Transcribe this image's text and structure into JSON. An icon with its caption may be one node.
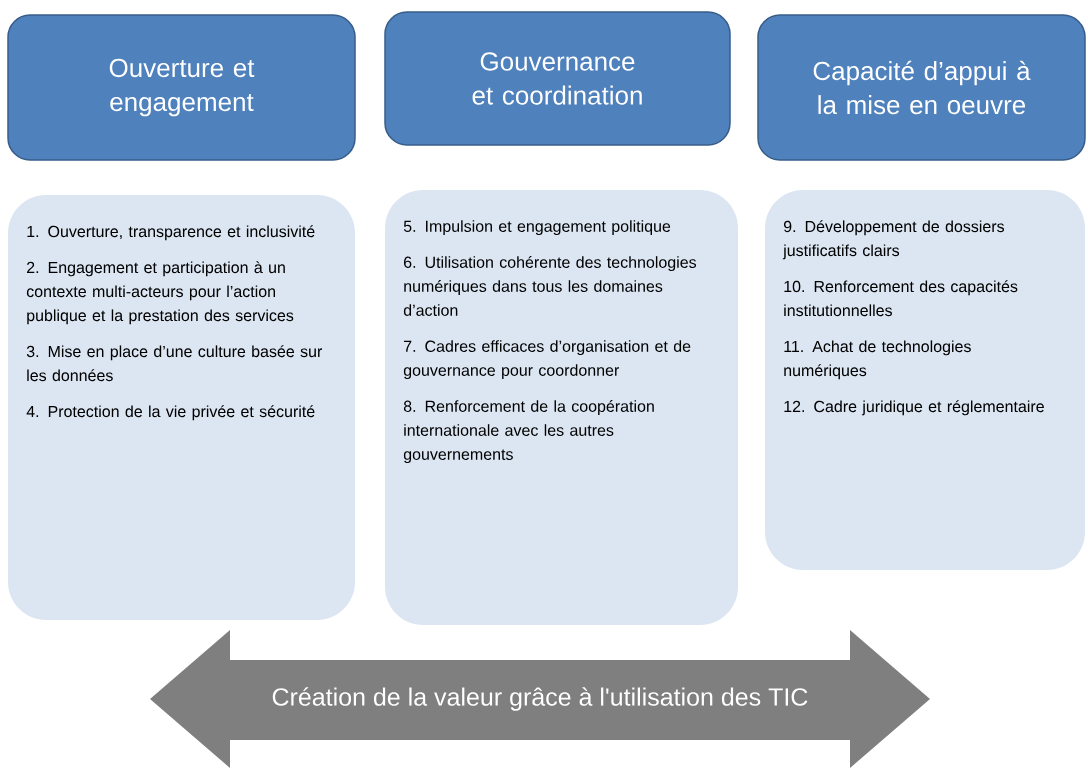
{
  "diagram": {
    "nodes": [
      {
        "text": [
          "Ouverture et engagement"
        ]
      },
      {
        "text": [
          "Gouvernance et coordination"
        ]
      },
      {
        "text": [
          "Capacité d’appui à la mise en oeuvre"
        ]
      },
      {
        "text": [
          "1. Ouverture, transparence et inclusivité",
          "2. Engagement et participation à un contexte multi-acteurs pour l’action publique et la prestation des services",
          "3. Mise en place d’une culture basée sur les données",
          "4. Protection de la vie privée et sécurité"
        ]
      },
      {
        "text": [
          "5. Impulsion et engagement politique",
          "6. Utilisation cohérente des technologies numériques dans tous les domaines d’action",
          "7. Cadres efficaces d’organisation et de gouvernance pour coordonner",
          "8. Renforcement de la coopération internationale avec les autres gouvernements"
        ]
      },
      {
        "text": [
          "9. Développement de dossiers justificatifs clairs",
          "10. Renforcement des capacités institutionnelles",
          "11. Achat de technologies numériques",
          "12. Cadre juridique et réglementaire"
        ]
      },
      {
        "text": [
          "Création de la valeur grâce à l'utilisation des TIC"
        ]
      }
    ]
  }
}
